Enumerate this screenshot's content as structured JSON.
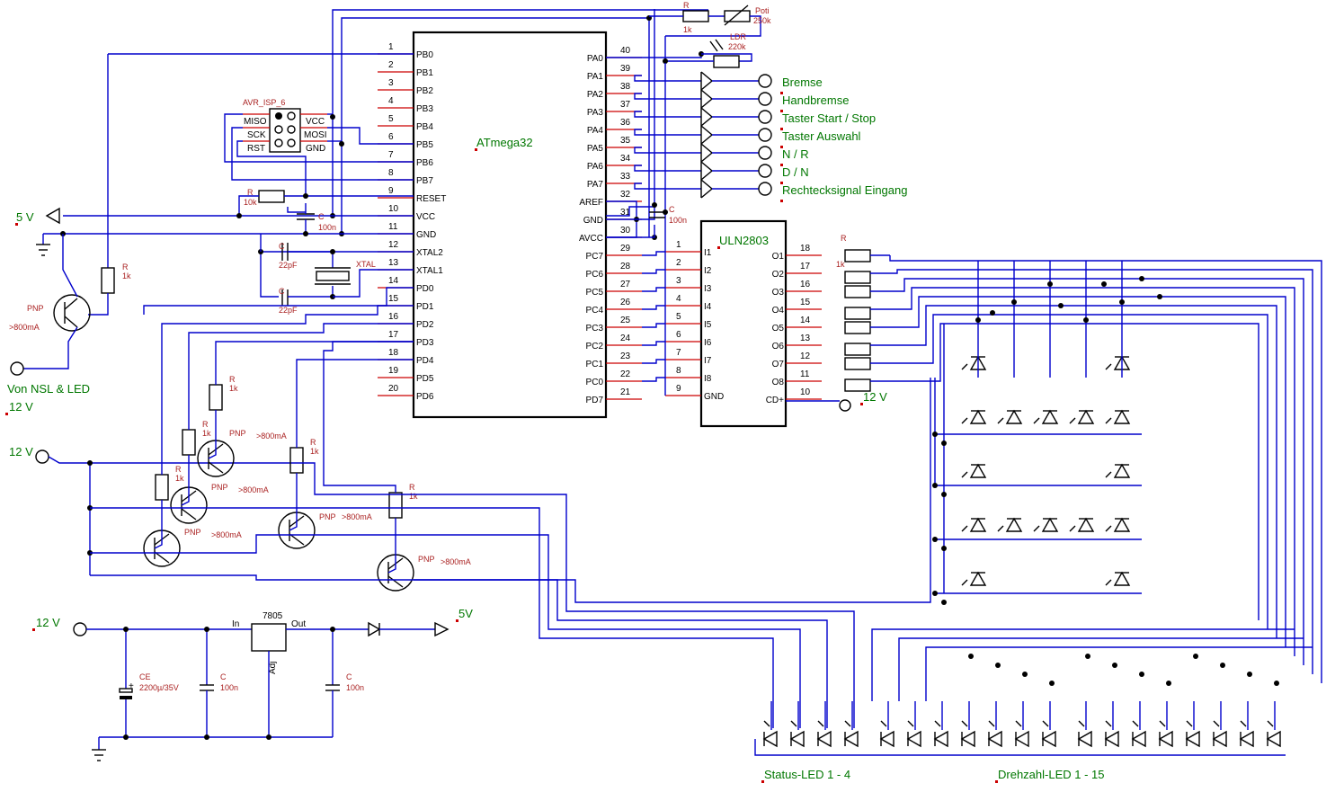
{
  "mcu": {
    "name": "ATmega32",
    "left_pins": [
      {
        "no": "1",
        "name": "PB0"
      },
      {
        "no": "2",
        "name": "PB1"
      },
      {
        "no": "3",
        "name": "PB2"
      },
      {
        "no": "4",
        "name": "PB3"
      },
      {
        "no": "5",
        "name": "PB4"
      },
      {
        "no": "6",
        "name": "PB5"
      },
      {
        "no": "7",
        "name": "PB6"
      },
      {
        "no": "8",
        "name": "PB7"
      },
      {
        "no": "9",
        "name": "RESET"
      },
      {
        "no": "10",
        "name": "VCC"
      },
      {
        "no": "11",
        "name": "GND"
      },
      {
        "no": "12",
        "name": "XTAL2"
      },
      {
        "no": "13",
        "name": "XTAL1"
      },
      {
        "no": "14",
        "name": "PD0"
      },
      {
        "no": "15",
        "name": "PD1"
      },
      {
        "no": "16",
        "name": "PD2"
      },
      {
        "no": "17",
        "name": "PD3"
      },
      {
        "no": "18",
        "name": "PD4"
      },
      {
        "no": "19",
        "name": "PD5"
      },
      {
        "no": "20",
        "name": "PD6"
      }
    ],
    "right_pins": [
      {
        "no": "40",
        "name": "PA0"
      },
      {
        "no": "39",
        "name": "PA1"
      },
      {
        "no": "38",
        "name": "PA2"
      },
      {
        "no": "37",
        "name": "PA3"
      },
      {
        "no": "36",
        "name": "PA4"
      },
      {
        "no": "35",
        "name": "PA5"
      },
      {
        "no": "34",
        "name": "PA6"
      },
      {
        "no": "33",
        "name": "PA7"
      },
      {
        "no": "32",
        "name": "AREF"
      },
      {
        "no": "31",
        "name": "GND"
      },
      {
        "no": "30",
        "name": "AVCC"
      },
      {
        "no": "29",
        "name": "PC7"
      },
      {
        "no": "28",
        "name": "PC6"
      },
      {
        "no": "27",
        "name": "PC5"
      },
      {
        "no": "26",
        "name": "PC4"
      },
      {
        "no": "25",
        "name": "PC3"
      },
      {
        "no": "24",
        "name": "PC2"
      },
      {
        "no": "23",
        "name": "PC1"
      },
      {
        "no": "22",
        "name": "PC0"
      },
      {
        "no": "21",
        "name": "PD7"
      }
    ]
  },
  "uln": {
    "name": "ULN2803",
    "left_pins": [
      {
        "no": "1",
        "name": "I1"
      },
      {
        "no": "2",
        "name": "I2"
      },
      {
        "no": "3",
        "name": "I3"
      },
      {
        "no": "4",
        "name": "I4"
      },
      {
        "no": "5",
        "name": "I5"
      },
      {
        "no": "6",
        "name": "I6"
      },
      {
        "no": "7",
        "name": "I7"
      },
      {
        "no": "8",
        "name": "I8"
      },
      {
        "no": "9",
        "name": "GND"
      }
    ],
    "right_pins": [
      {
        "no": "18",
        "name": "O1"
      },
      {
        "no": "17",
        "name": "O2"
      },
      {
        "no": "16",
        "name": "O3"
      },
      {
        "no": "15",
        "name": "O4"
      },
      {
        "no": "14",
        "name": "O5"
      },
      {
        "no": "13",
        "name": "O6"
      },
      {
        "no": "12",
        "name": "O7"
      },
      {
        "no": "11",
        "name": "O8"
      },
      {
        "no": "10",
        "name": "CD+"
      }
    ]
  },
  "isp": {
    "name": "AVR_ISP_6",
    "left": [
      "MISO",
      "SCK",
      "RST"
    ],
    "right": [
      "VCC",
      "MOSI",
      "GND"
    ]
  },
  "inputs": [
    "Bremse",
    "Handbremse",
    "Taster Start / Stop",
    "Taster Auswahl",
    "N / R",
    "D / N",
    "Rechtecksignal Eingang"
  ],
  "labels": {
    "v5_left": "5 V",
    "v12_uln": "12 V",
    "von_nsl": "Von NSL & LED",
    "v12_a": "12 V",
    "v12_b": "12 V",
    "v12_reg": "12 V",
    "v5_reg": "5V",
    "status_led": "Status-LED 1 - 4",
    "drehzahl_led": "Drehzahl-LED 1 - 15"
  },
  "parts": {
    "r_top": "R",
    "r_top_val": "1k",
    "poti": "Poti",
    "poti_val": "250k",
    "ldr": "LDR",
    "ldr_val": "220k",
    "r_reset": "R",
    "r_reset_val": "10k",
    "c_vcc": "C",
    "c_vcc_val": "100n",
    "c_avcc": "C",
    "c_avcc_val": "100n",
    "c_x1": "C",
    "c_x1_val": "22pF",
    "c_x2": "C",
    "c_x2_val": "22pF",
    "xtal": "XTAL",
    "r_uln": "R",
    "r_uln_val": "1k",
    "r": "R",
    "r_1k": "1k",
    "pnp": "PNP",
    "pnp_rating": ">800mA",
    "reg": "7805",
    "reg_in": "In",
    "reg_out": "Out",
    "reg_adj": "Adj",
    "ce": "CE",
    "ce_val": "2200µ/35V",
    "c_in": "C",
    "c_in_val": "100n",
    "c_out": "C",
    "c_out_val": "100n"
  }
}
